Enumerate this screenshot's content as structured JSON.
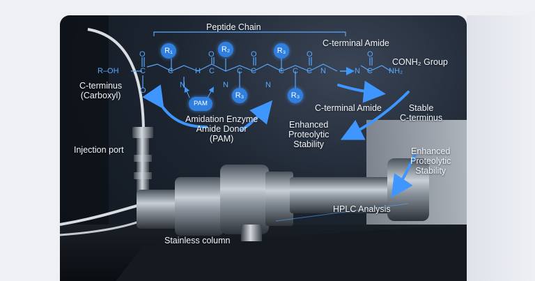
{
  "labels": {
    "peptide_chain": "Peptide Chain",
    "c_terminal_amide_top": "C-terminal Amide",
    "conh2_group": "CONH₂ Group",
    "c_terminus_carboxyl": "C-terminus\n(Carboxyl)",
    "c_terminal_amide_mid": "C-terminal Amide",
    "stable_c_terminus": "Stable\nC-terminus",
    "amidation_enzyme": "Amidation Enzyme\nAmide Donor\n(PAM)",
    "enhanced_stability_1": "Enhanced\nProteolytic\nStability",
    "enhanced_stability_2": "Enhanced\nProteolytic\nStability",
    "injection_port": "Injection port",
    "hplc_analysis": "HPLC Analysis",
    "stainless_column": "Stainless column"
  },
  "chem": {
    "r_oh": "R–OH",
    "atoms": {
      "o": "O",
      "c": "C",
      "n": "N",
      "h": "H",
      "nh2": "NH₂"
    },
    "r_groups": [
      "R₁",
      "R₂",
      "R₃",
      "R₃",
      "R₃"
    ],
    "pam_badge": "PAM"
  },
  "colors": {
    "accent_blue": "#59a8ff",
    "badge_blue": "#2f7fe0",
    "arrow_blue": "#3f96ff"
  }
}
